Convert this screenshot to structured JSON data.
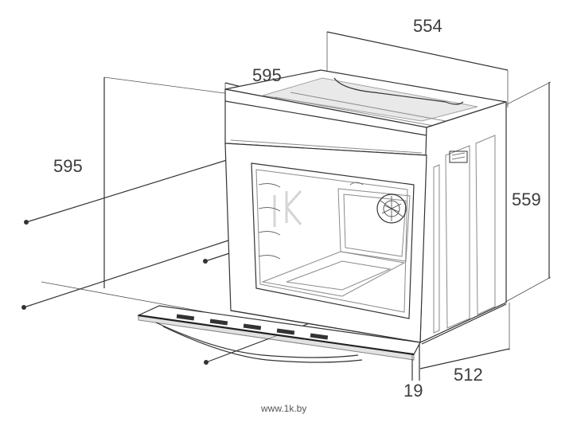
{
  "dimensions": {
    "depth_top": "554",
    "width_front": "595",
    "height_front": "595",
    "height_side": "559",
    "depth_bottom": "512",
    "door_thickness": "19"
  },
  "watermark": "www.1k.by"
}
